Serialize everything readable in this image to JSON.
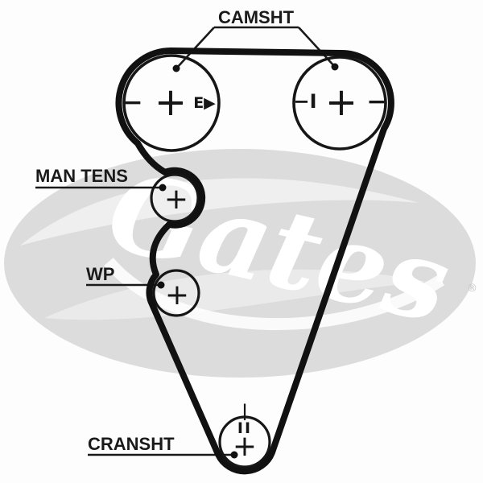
{
  "watermark": {
    "brand": "Gates",
    "registered_mark": "®",
    "oval_color": "#dcdcdc",
    "text_color": "#ffffff"
  },
  "labels": {
    "camshaft": "CAMSHT",
    "manual_tensioner": "MAN TENS",
    "water_pump": "WP",
    "crankshaft": "CRANSHT"
  },
  "pulleys": {
    "cam_left": {
      "marking_left": "−",
      "marking_center": "+",
      "marking_right": "E▶"
    },
    "cam_right": {
      "marking_left": "−I",
      "marking_center": "+",
      "marking_right": "−"
    },
    "man_tens": {
      "marking_center": "+"
    },
    "water_pump": {
      "marking_center": "+"
    },
    "crankshaft": {
      "marking_center": "+",
      "marking_top": "II",
      "marking_tick": "|"
    }
  },
  "colors": {
    "line": "#161616",
    "belt": "#111111",
    "background": "#fdfdfd"
  }
}
